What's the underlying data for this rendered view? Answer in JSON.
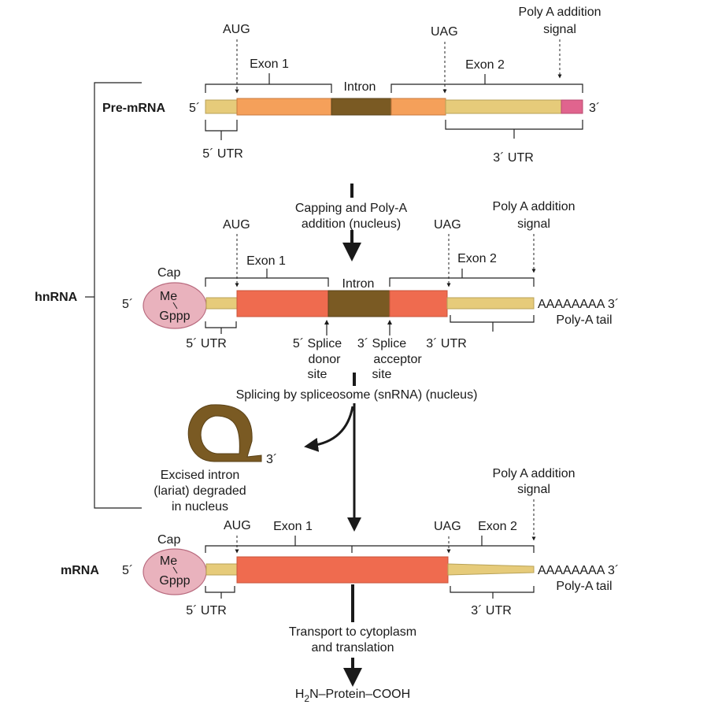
{
  "colors": {
    "utr": "#e6cb7a",
    "exon_light": "#f5a05a",
    "exon": "#ef6b4f",
    "intron": "#7a5a23",
    "polyA_signal": "#e0648e",
    "cap_fill": "#e9b2bd",
    "cap_stroke": "#b86a7e",
    "arrow": "#1a1a1a"
  },
  "labels": {
    "pre_mrna": "Pre-mRNA",
    "hnrna": "hnRNA",
    "mrna": "mRNA",
    "five_prime": "5´",
    "three_prime": "3´",
    "aug": "AUG",
    "uag": "UAG",
    "exon1": "Exon 1",
    "exon2": "Exon 2",
    "intron": "Intron",
    "polyA_signal_1": "Poly A addition",
    "polyA_signal_2": "signal",
    "utr5": "5´ UTR",
    "utr3": "3´ UTR",
    "cap": "Cap",
    "me": "Me",
    "gppp": "Gppp",
    "polyA_seq": "AAAAAAAA 3´",
    "polyA_tail": "Poly-A tail",
    "splice_donor_1": "5´ Splice",
    "splice_donor_2": "donor",
    "splice_donor_3": "site",
    "splice_acceptor_1": "3´ Splice",
    "splice_acceptor_2": "acceptor",
    "splice_acceptor_3": "site",
    "step1_1": "Capping and Poly-A",
    "step1_2": "addition (nucleus)",
    "step2": "Splicing by spliceosome (snRNA) (nucleus)",
    "lariat_1": "Excised intron",
    "lariat_2": "(lariat) degraded",
    "lariat_3": "in nucleus",
    "step3_1": "Transport to cytoplasm",
    "step3_2": "and translation",
    "protein_pre": "H",
    "protein_sub": "2",
    "protein_post": "N–Protein–COOH"
  }
}
